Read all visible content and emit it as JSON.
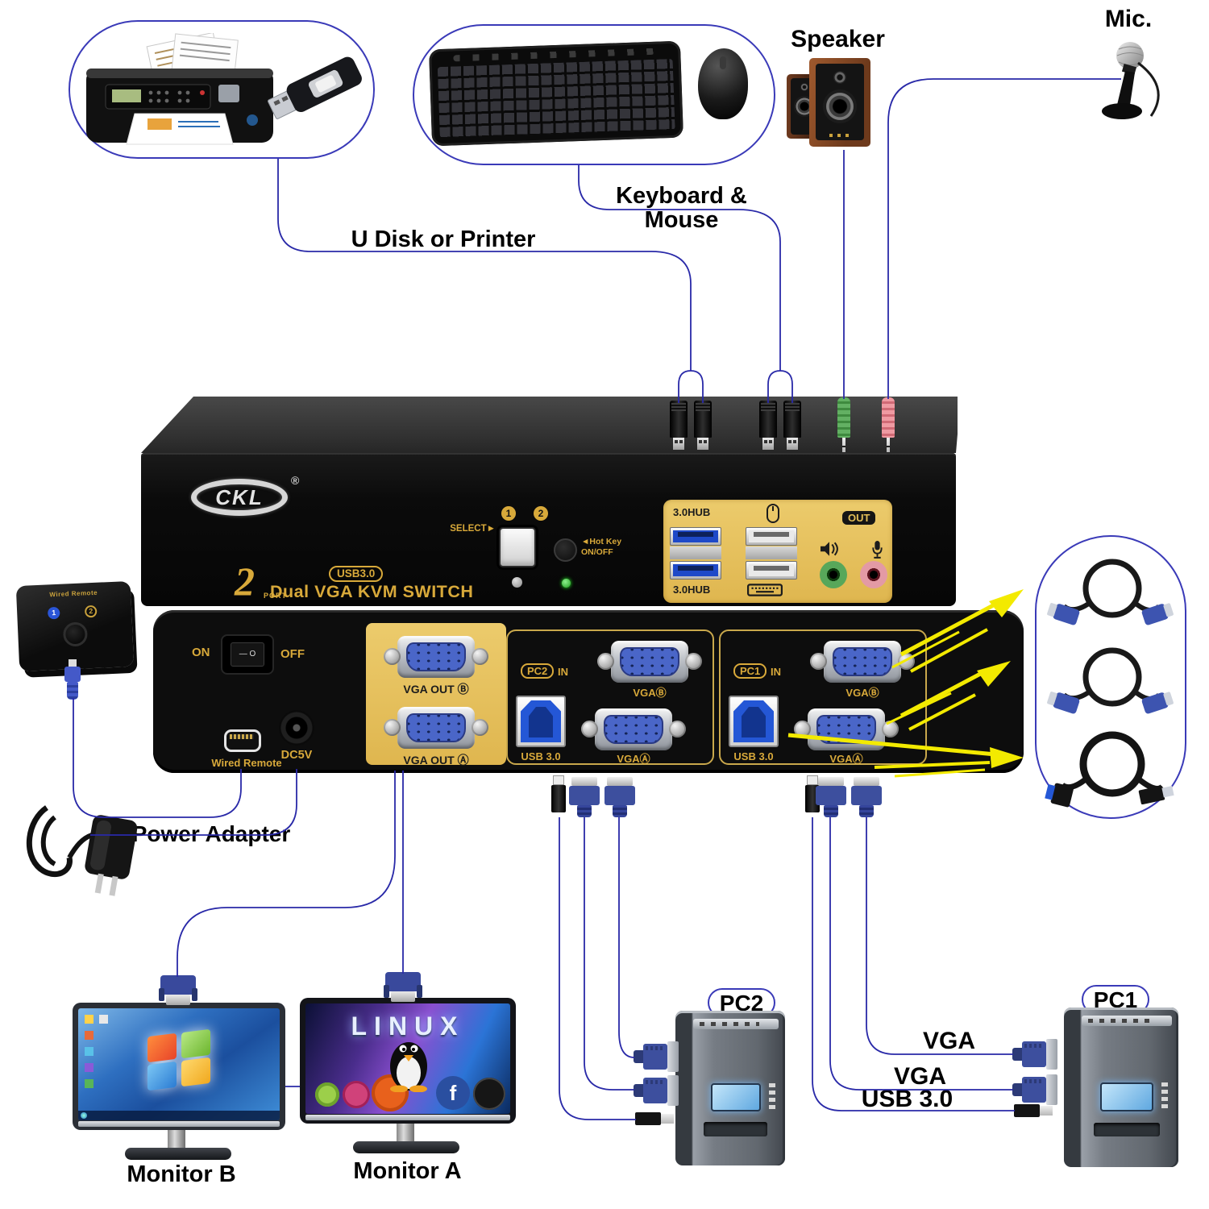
{
  "diagram_labels": {
    "udisk_printer": "U Disk or Printer",
    "keyboard_mouse": "Keyboard & Mouse",
    "speaker": "Speaker",
    "mic": "Mic.",
    "power_adapter": "Power Adapter",
    "monitor_b": "Monitor B",
    "monitor_a": "Monitor A",
    "pc2": "PC2",
    "pc1": "PC1",
    "pc1_cable_vga_top": "VGA",
    "pc1_cable_vga_mid": "VGA",
    "pc1_cable_usb": "USB 3.0"
  },
  "kvm_front": {
    "brand": "CKL",
    "reg_mark": "®",
    "indicator_1": "1",
    "indicator_2": "2",
    "select_label": "SELECT",
    "select_arrow": "►",
    "hotkey_arrow": "◄",
    "hotkey_line1": "Hot Key",
    "hotkey_line2": "ON/OFF",
    "port_number": "2",
    "port_word": "PORT",
    "usb_badge": "USB3.0",
    "product_title": "Dual VGA KVM SWITCH",
    "hub_label_top": "3.0HUB",
    "hub_label_bottom": "3.0HUB",
    "out_label": "OUT"
  },
  "kvm_back": {
    "on_label": "ON",
    "off_label": "OFF",
    "switch_on_mark": "—",
    "switch_off_mark": "O",
    "wired_remote_label": "Wired Remote",
    "dc_label": "DC5V",
    "vga_out_b": "VGA OUT Ⓑ",
    "vga_out_a": "VGA OUT Ⓐ",
    "pc2_name": "PC2",
    "pc2_in": "IN",
    "pc2_usb": "USB 3.0",
    "pc2_vga_b": "VGAⒷ",
    "pc2_vga_a": "VGAⒶ",
    "pc1_name": "PC1",
    "pc1_in": "IN",
    "pc1_usb": "USB 3.0",
    "pc1_vga_b": "VGAⒷ",
    "pc1_vga_a": "VGAⒶ"
  },
  "remote": {
    "label": "Wired Remote",
    "button_1": "1",
    "button_2": "2"
  },
  "monitor_a_screen": {
    "title": "LINUX",
    "fedora_f": "f"
  },
  "colors": {
    "line_blue": "#2929a8",
    "arrow_yellow": "#f3ea00",
    "gold_text": "#d8a93a",
    "gold_plate": "#e6c05e",
    "vga_blue": "#4a66c8",
    "usb3_blue": "#2457d6",
    "audio_green": "#58a75a",
    "audio_pink": "#e39aa5"
  }
}
